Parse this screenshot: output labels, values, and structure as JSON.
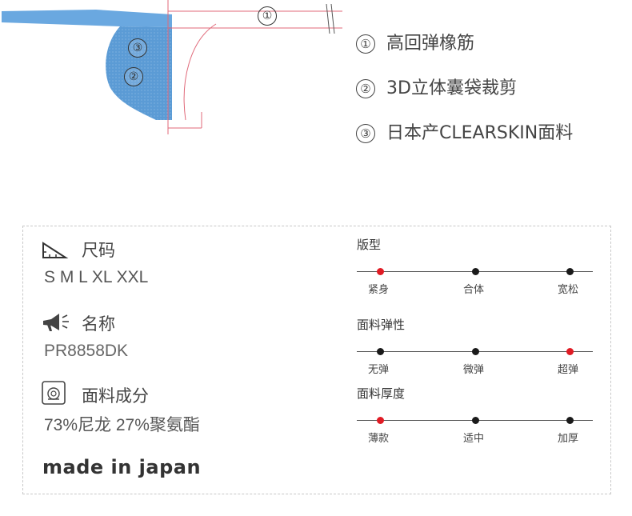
{
  "features": [
    {
      "num": "①",
      "text": "高回弹橡筋"
    },
    {
      "num": "②",
      "text": "3D立体囊袋裁剪"
    },
    {
      "num": "③",
      "text": "日本产CLEARSKIN面料"
    }
  ],
  "diagram_callouts": [
    "①",
    "③",
    "②"
  ],
  "size": {
    "label": "尺码",
    "value": "S M L XL XXL"
  },
  "name": {
    "label": "名称",
    "value": "PR8858DK"
  },
  "composition": {
    "label": "面料成分",
    "value": "73%尼龙  27%聚氨酯"
  },
  "origin": "made in japan",
  "scales": [
    {
      "title": "版型",
      "options": [
        "紧身",
        "合体",
        "宽松"
      ],
      "selected": 0
    },
    {
      "title": "面料弹性",
      "options": [
        "无弹",
        "微弹",
        "超弹"
      ],
      "selected": 2
    },
    {
      "title": "面料厚度",
      "options": [
        "薄款",
        "适中",
        "加厚"
      ],
      "selected": 0
    }
  ],
  "colors": {
    "active_dot": "#e01b24",
    "dot": "#1a1a1a",
    "fabric": "#5b9bd5",
    "guide": "#e06a7a"
  },
  "icons": [
    "ruler-triangle-icon",
    "megaphone-icon",
    "fabric-swatch-icon"
  ]
}
